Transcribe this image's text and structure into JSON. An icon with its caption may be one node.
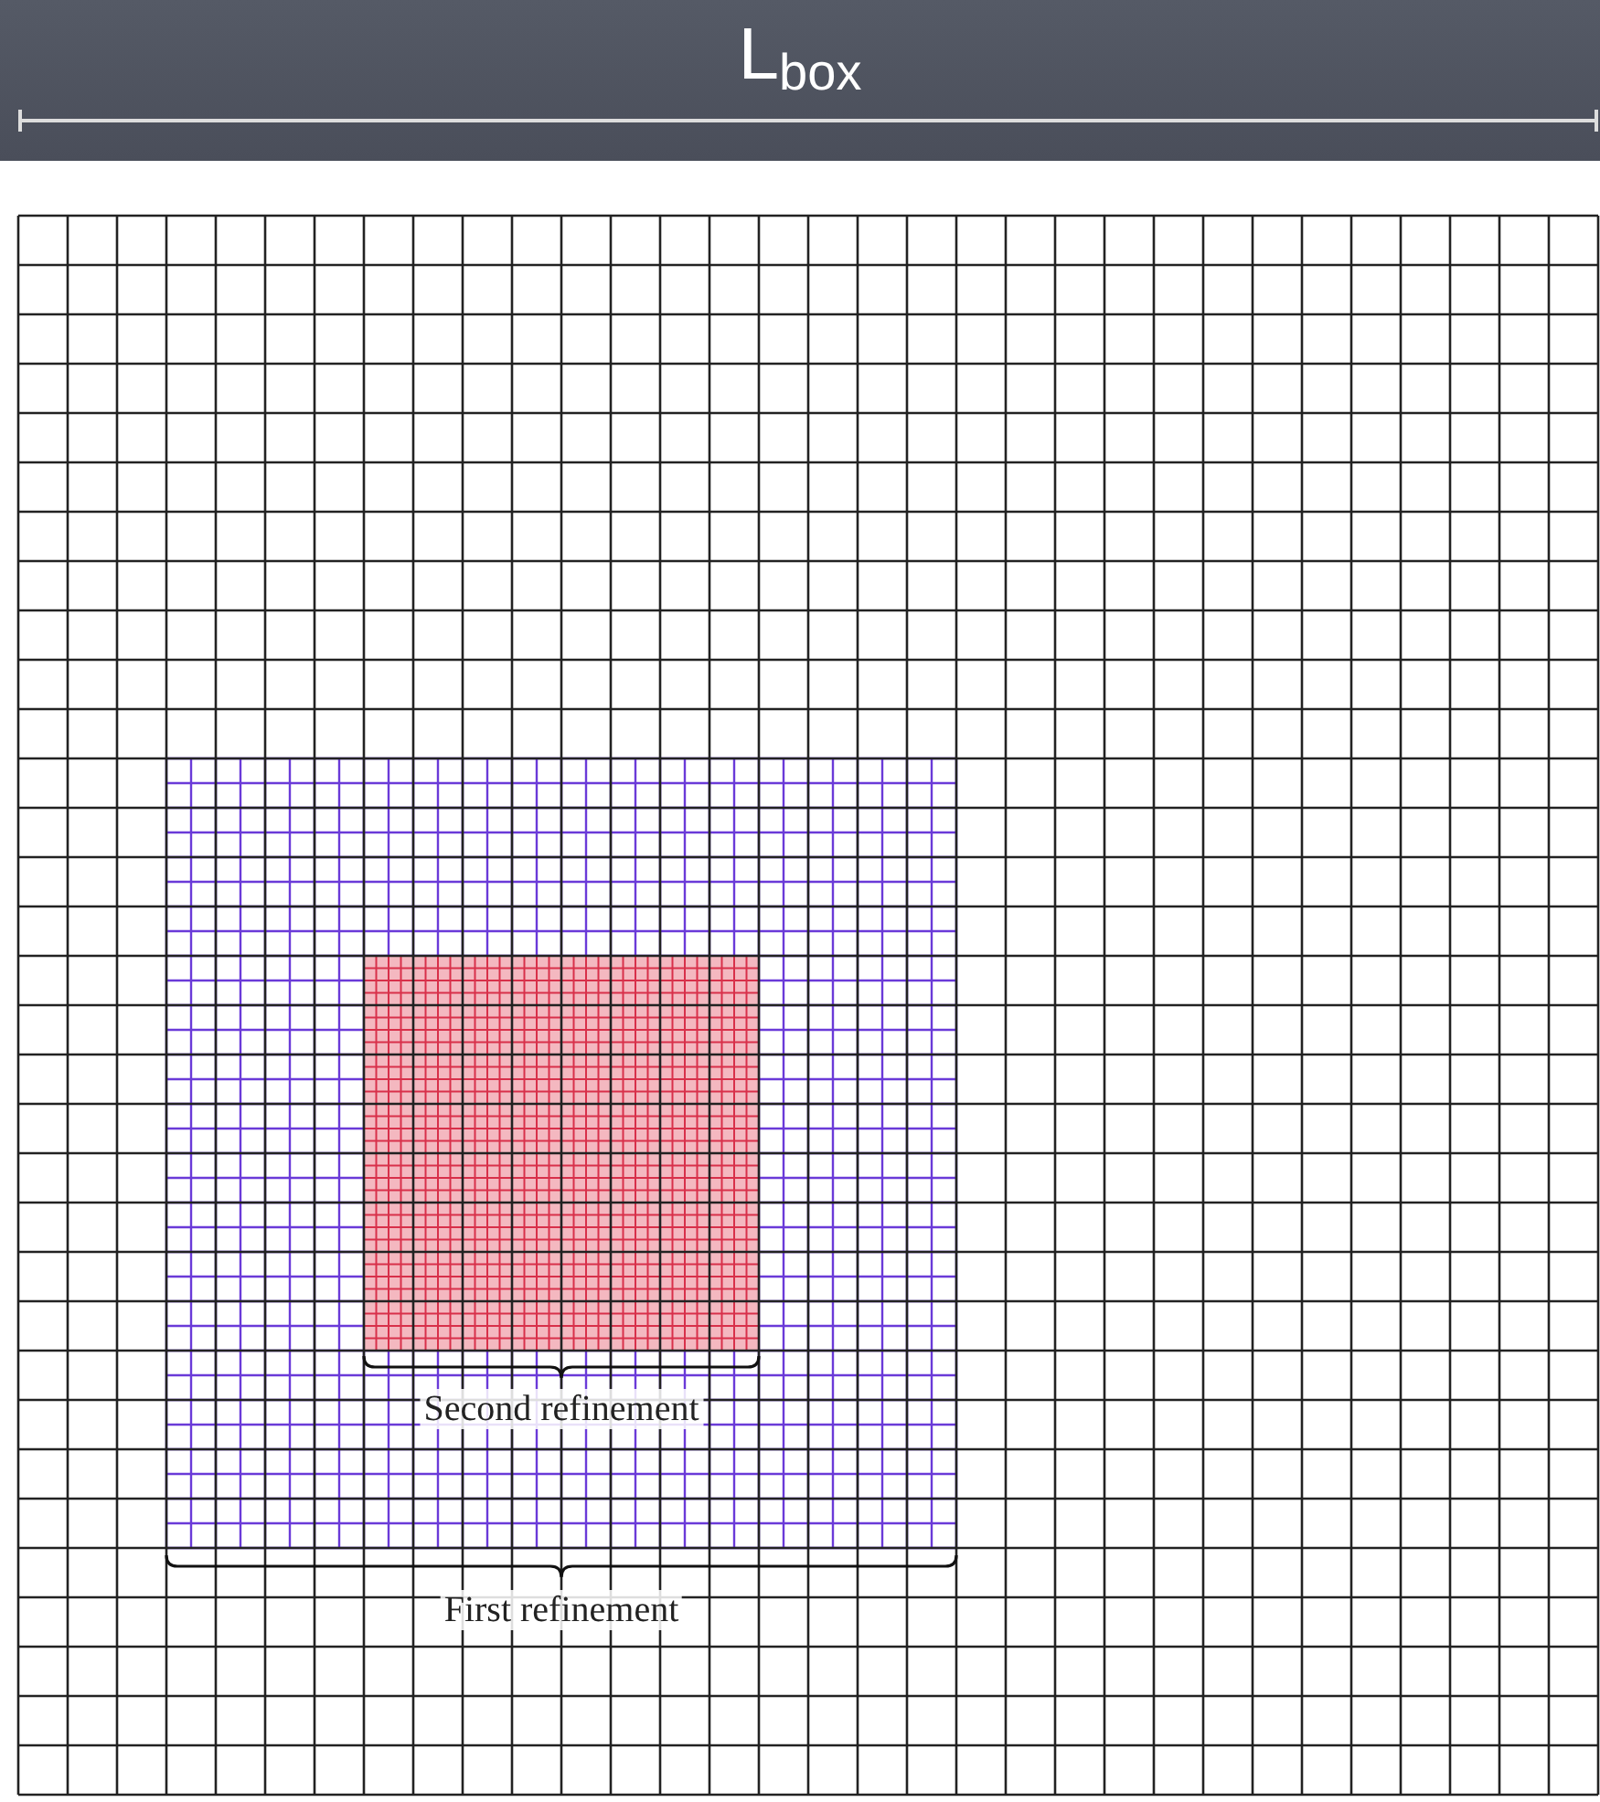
{
  "diagram": {
    "title": "L$_{box}$",
    "labels": [
      "Second refinement",
      "First refinement"
    ]
  }
}
